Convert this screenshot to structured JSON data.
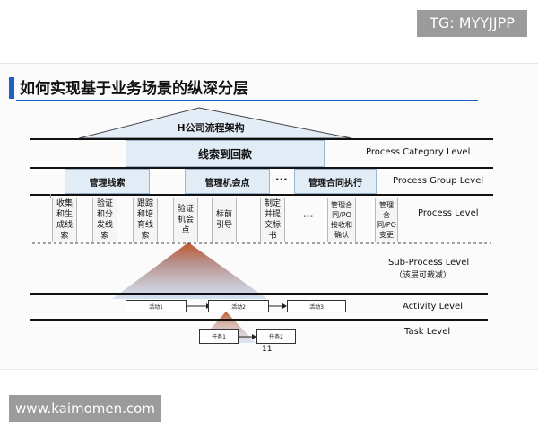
{
  "watermark_tg": "TG: MYYJJPP",
  "watermark_site": "www.kaimomen.com",
  "slide": {
    "title": "如何实现基于业务场景的纵深分层",
    "architecture_title": "H公司流程架构",
    "category": "线索到回款",
    "groups": [
      "管理线索",
      "管理机会点",
      "···",
      "管理合同执行"
    ],
    "processes": [
      "收集和生成线索",
      "验证和分发线索",
      "跟踪和培育线索",
      "验证机会点",
      "标前引导",
      "制定并提交标书",
      "···",
      "管理合同/PO接收和确认",
      "管理合同/PO变更"
    ],
    "activities": [
      "活动1",
      "活动2",
      "活动3"
    ],
    "tasks": [
      "任务1",
      "任务2"
    ],
    "levels": {
      "category": "Process Category Level",
      "group": "Process Group Level",
      "process": "Process Level",
      "subprocess": "Sub-Process Level",
      "subprocess_note": "（该层可裁减）",
      "activity": "Activity Level",
      "task": "Task Level"
    },
    "page_number": "11"
  }
}
